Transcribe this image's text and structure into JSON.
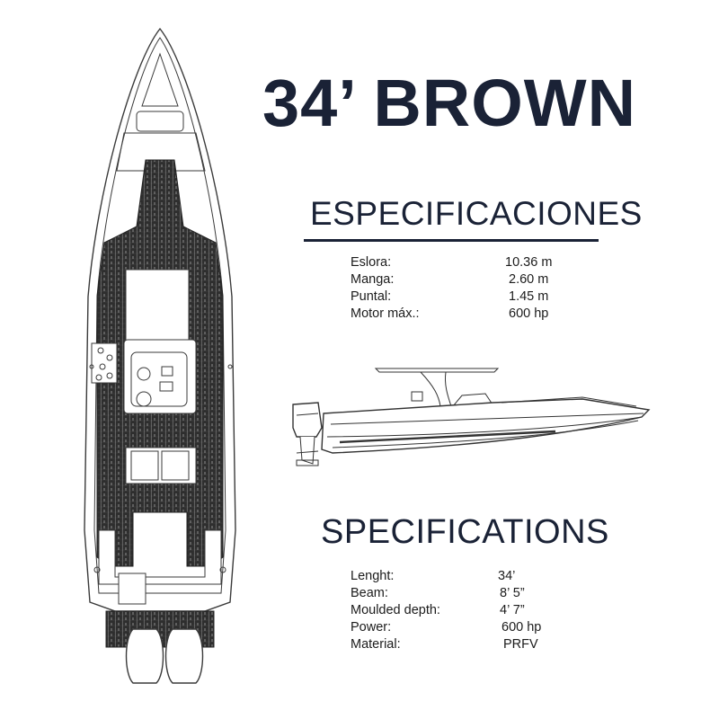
{
  "title": "34’ BROWN",
  "spanish": {
    "heading": "ESPECIFICACIONES",
    "rows": [
      {
        "label": "Eslora:",
        "value": "10.36 m"
      },
      {
        "label": "Manga:",
        "value": "2.60 m"
      },
      {
        "label": "Puntal:",
        "value": "1.45 m"
      },
      {
        "label": "Motor máx.:",
        "value": "600 hp"
      }
    ]
  },
  "english": {
    "heading": "SPECIFICATIONS",
    "rows": [
      {
        "label": "Lenght:",
        "value": "34’"
      },
      {
        "label": "Beam:",
        "value": "8’ 5”"
      },
      {
        "label": "Moulded depth:",
        "value": "4’ 7”"
      },
      {
        "label": "Power:",
        "value": "600 hp"
      },
      {
        "label": "Material:",
        "value": "PRFV"
      }
    ]
  },
  "colors": {
    "heading": "#1a2236",
    "line_art": "#333333"
  },
  "illustrations": [
    "boat-top-view-drawing",
    "boat-side-view-drawing"
  ]
}
